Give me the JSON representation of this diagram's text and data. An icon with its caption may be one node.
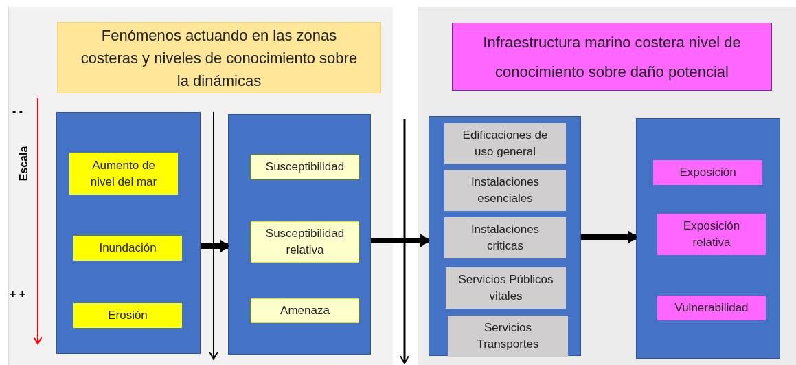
{
  "diagram": {
    "nodes": [
      {
        "text": [
          "Fenómenos actuando en las zonas costeras y niveles de conocimiento sobre la dinámicas"
        ]
      },
      {
        "text": [],
        "shape": "box"
      },
      {
        "text": [
          "Aumento de nivel del mar"
        ],
        "in": 1
      },
      {
        "text": [
          "Inundación"
        ],
        "in": 1
      },
      {
        "text": [
          "Erosión"
        ],
        "in": 1
      },
      {
        "text": [],
        "shape": "box"
      },
      {
        "text": [
          "Susceptibilidad"
        ],
        "in": 5
      },
      {
        "text": [
          "Susceptibilidad relativa"
        ],
        "in": 5
      },
      {
        "text": [
          "Amenaza"
        ],
        "in": 5
      },
      {
        "text": [
          "Infraestructura marino costera nivel de conocimiento sobre daño potencial"
        ]
      },
      {
        "text": [],
        "shape": "box"
      },
      {
        "text": [
          "Edificaciones de uso general"
        ],
        "in": 10
      },
      {
        "text": [
          "Instalaciones esenciales"
        ],
        "in": 10
      },
      {
        "text": [
          "Instalaciones criticas"
        ],
        "in": 10
      },
      {
        "text": [
          "Servicios Públicos vitales"
        ],
        "in": 10
      },
      {
        "text": [
          "Servicios Transportes"
        ],
        "in": 10
      },
      {
        "text": [],
        "shape": "box"
      },
      {
        "text": [
          "Exposición"
        ],
        "in": 16
      },
      {
        "text": [
          "Exposición relativa"
        ],
        "in": 16
      },
      {
        "text": [
          "Vulnerabilidad"
        ],
        "in": 16
      }
    ],
    "edges": [
      {
        "from": 1,
        "to": 5,
        "arrow": "to"
      },
      {
        "from": 5,
        "to": 10,
        "arrow": "to"
      },
      {
        "from": 10,
        "to": 16,
        "arrow": "to"
      }
    ],
    "labels": [
      "- -",
      "Escala",
      "+ +"
    ]
  }
}
